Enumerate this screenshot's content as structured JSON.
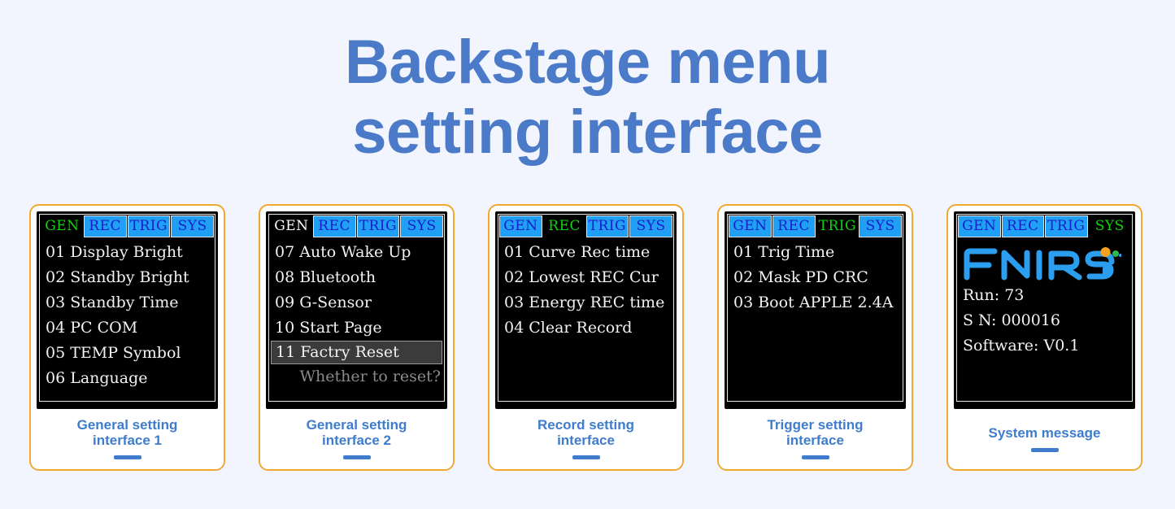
{
  "page": {
    "background_color": "#f2f5fd",
    "title_color": "#4a7ac8",
    "card_border_color": "#f0a830",
    "caption_color": "#3f7ccd",
    "tab_active_color": "#11d511",
    "tab_inactive_bg": "#1fa0f5",
    "tab_inactive_text": "#1b1bc8",
    "title_line1": "Backstage menu",
    "title_line2": "setting interface"
  },
  "cards": [
    {
      "id": "general-setting-1",
      "tabs": [
        {
          "label": "GEN",
          "state": "active-green"
        },
        {
          "label": "REC",
          "state": "inactive"
        },
        {
          "label": "TRIG",
          "state": "inactive"
        },
        {
          "label": "SYS",
          "state": "inactive"
        }
      ],
      "rows": [
        {
          "text": "01 Display Bright",
          "style": "normal"
        },
        {
          "text": "02 Standby Bright",
          "style": "normal"
        },
        {
          "text": "03 Standby Time",
          "style": "normal"
        },
        {
          "text": "04 PC COM",
          "style": "normal"
        },
        {
          "text": "05 TEMP Symbol",
          "style": "normal"
        },
        {
          "text": "06 Language",
          "style": "normal"
        }
      ],
      "caption": "General setting\ninterface 1"
    },
    {
      "id": "general-setting-2",
      "tabs": [
        {
          "label": "GEN",
          "state": "active-white"
        },
        {
          "label": "REC",
          "state": "inactive"
        },
        {
          "label": "TRIG",
          "state": "inactive"
        },
        {
          "label": "SYS",
          "state": "inactive"
        }
      ],
      "rows": [
        {
          "text": "07 Auto Wake Up",
          "style": "normal"
        },
        {
          "text": "08 Bluetooth",
          "style": "normal"
        },
        {
          "text": "09 G-Sensor",
          "style": "normal"
        },
        {
          "text": "10 Start Page",
          "style": "normal"
        },
        {
          "text": "11 Factry Reset",
          "style": "highlight"
        },
        {
          "text": "Whether to reset?",
          "style": "note"
        }
      ],
      "caption": "General setting\ninterface 2"
    },
    {
      "id": "record-setting",
      "tabs": [
        {
          "label": "GEN",
          "state": "inactive"
        },
        {
          "label": "REC",
          "state": "active-green"
        },
        {
          "label": "TRIG",
          "state": "inactive"
        },
        {
          "label": "SYS",
          "state": "inactive"
        }
      ],
      "rows": [
        {
          "text": "01 Curve Rec time",
          "style": "normal"
        },
        {
          "text": "02 Lowest REC Cur",
          "style": "normal"
        },
        {
          "text": "03 Energy REC time",
          "style": "normal"
        },
        {
          "text": "04 Clear Record",
          "style": "normal"
        }
      ],
      "caption": "Record setting\ninterface"
    },
    {
      "id": "trigger-setting",
      "tabs": [
        {
          "label": "GEN",
          "state": "inactive"
        },
        {
          "label": "REC",
          "state": "inactive"
        },
        {
          "label": "TRIG",
          "state": "active-green"
        },
        {
          "label": "SYS",
          "state": "inactive"
        }
      ],
      "rows": [
        {
          "text": "01 Trig Time",
          "style": "normal"
        },
        {
          "text": "02 Mask PD CRC",
          "style": "normal"
        },
        {
          "text": "03 Boot APPLE 2.4A",
          "style": "normal"
        }
      ],
      "caption": "Trigger setting\ninterface"
    },
    {
      "id": "system-message",
      "tabs": [
        {
          "label": "GEN",
          "state": "inactive"
        },
        {
          "label": "REC",
          "state": "inactive"
        },
        {
          "label": "TRIG",
          "state": "inactive"
        },
        {
          "label": "SYS",
          "state": "active-green"
        }
      ],
      "logo": {
        "name": "fnirsi-logo",
        "wordmark": "FNIRSi",
        "color": "#2b9ef0",
        "dot_orange": "#f5a321",
        "dot_green": "#2eb84f",
        "dot_blue": "#2b9ef0"
      },
      "rows": [
        {
          "text": "Run: 73",
          "style": "sysinfo"
        },
        {
          "text": "S N: 000016",
          "style": "sysinfo"
        },
        {
          "text": "Software: V0.1",
          "style": "sysinfo"
        }
      ],
      "caption": "System message"
    }
  ]
}
